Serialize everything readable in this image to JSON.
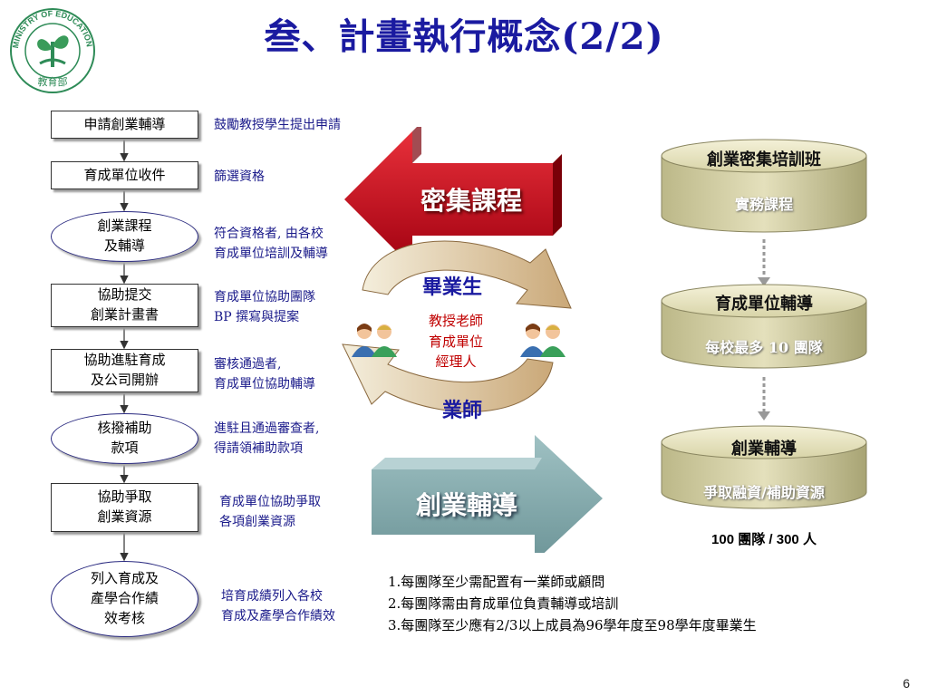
{
  "title": "叁、計畫執行概念(2/2)",
  "logo": {
    "text": "MINISTRY OF EDUCATION",
    "sub": "教育部"
  },
  "steps": [
    {
      "label": "申請創業輔導",
      "desc": "鼓勵教授學生提出申請"
    },
    {
      "label": "育成單位收件",
      "desc": "篩選資格"
    },
    {
      "label": "創業課程\n及輔導",
      "desc": "符合資格者, 由各校\n育成單位培訓及輔導"
    },
    {
      "label": "協助提交\n創業計畫書",
      "desc": "育成單位協助團隊\nBP 撰寫與提案"
    },
    {
      "label": "協助進駐育成\n及公司開辦",
      "desc": "審核通過者,\n育成單位協助輔導"
    },
    {
      "label": "核撥補助\n款項",
      "desc": "進駐且通過審查者,\n得請領補助款項"
    },
    {
      "label": "協助爭取\n創業資源",
      "desc": "育成單位協助爭取\n各項創業資源"
    },
    {
      "label": "列入育成及\n產學合作績\n效考核",
      "desc": "培育成績列入各校\n育成及產學合作績效"
    }
  ],
  "center": {
    "top_arrow": "密集課程",
    "bottom_arrow": "創業輔導",
    "cycle_top": "畢業生",
    "cycle_bottom": "業師",
    "cycle_middle": "教授老師\n育成單位\n經理人"
  },
  "cylinders": [
    {
      "title": "創業密集培訓班",
      "sub": "實務課程"
    },
    {
      "title": "育成單位輔導",
      "sub": "每校最多 10 團隊"
    },
    {
      "title": "創業輔導",
      "sub": "爭取融資/補助資源"
    }
  ],
  "cylinder_caption": "100 團隊 / 300 人",
  "notes": [
    "1.每團隊至少需配置有一業師或顧問",
    "2.每團隊需由育成單位負責輔導或培訓",
    "3.每團隊至少應有2/3以上成員為96學年度至98學年度畢業生"
  ],
  "page_number": "6",
  "colors": {
    "title": "#1a1aa0",
    "red_arrow": "#d0101a",
    "teal_arrow": "#7fa7aa",
    "cylinder": "#d6d3a3",
    "desc": "#1a1a8a"
  }
}
